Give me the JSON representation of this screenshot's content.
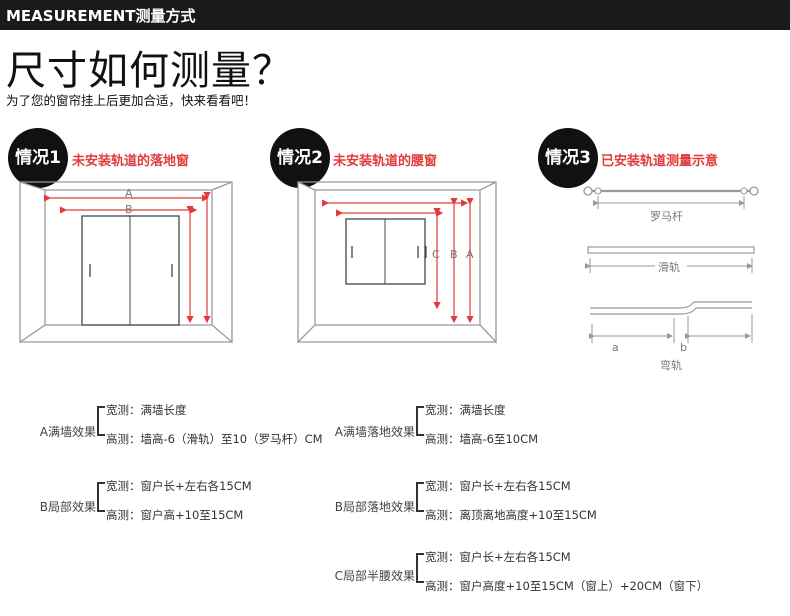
{
  "banner": "MEASUREMENT测量方式",
  "title": "尺寸如何测量？",
  "subtitle": "为了您的窗帘挂上后更加合适，快来看看吧！",
  "cases": [
    {
      "badge": "情况1",
      "label": "未安装轨道的落地窗",
      "marks": [
        "A",
        "B"
      ]
    },
    {
      "badge": "情况2",
      "label": "未安装轨道的腰窗",
      "marks": [
        "C",
        "B",
        "A"
      ]
    },
    {
      "badge": "情况3",
      "label": "已安装轨道测量示意",
      "marks": [
        "罗马杆",
        "滑轨",
        "a",
        "b",
        "弯轨"
      ]
    }
  ],
  "specs": [
    {
      "name": "A满墙效果",
      "lines": [
        "宽测：满墙长度",
        "高测：墙高-6（滑轨）至10（罗马杆）CM"
      ]
    },
    {
      "name": "A满墙落地效果",
      "lines": [
        "宽测：满墙长度",
        "高测：墙高-6至10CM"
      ]
    },
    {
      "name": "B局部效果",
      "lines": [
        "宽测：窗户长+左右各15CM",
        "高测：窗户高+10至15CM"
      ]
    },
    {
      "name": "B局部落地效果",
      "lines": [
        "宽测：窗户长+左右各15CM",
        "高测：离顶离地高度+10至15CM"
      ]
    },
    {
      "name": "C局部半腰效果",
      "lines": [
        "宽测：窗户长+左右各15CM",
        "高测：窗户高度+10至15CM（窗上）+20CM（窗下）"
      ]
    }
  ],
  "colors": {
    "banner_bg": "#1a1a1a",
    "accent_red": "#e23a3a",
    "line_gray": "#999999"
  }
}
